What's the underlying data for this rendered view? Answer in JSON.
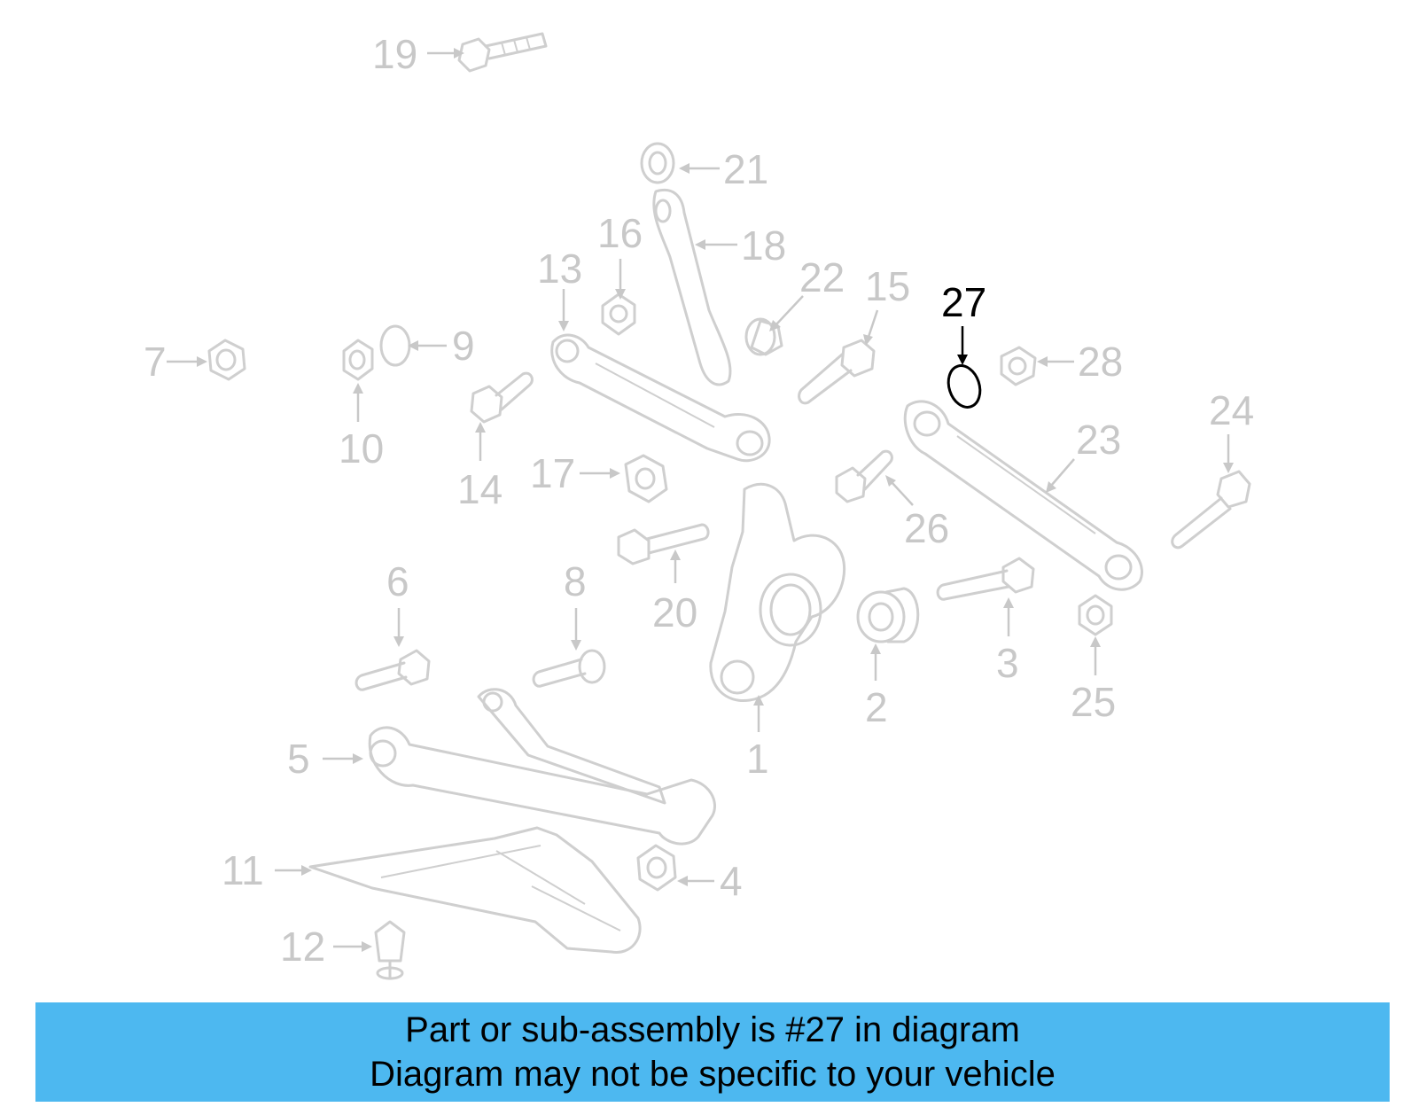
{
  "diagram": {
    "highlighted_callout": "27",
    "callouts": [
      "1",
      "2",
      "3",
      "4",
      "5",
      "6",
      "7",
      "8",
      "9",
      "10",
      "11",
      "12",
      "13",
      "14",
      "15",
      "16",
      "17",
      "18",
      "19",
      "20",
      "21",
      "22",
      "23",
      "24",
      "25",
      "26",
      "27",
      "28"
    ]
  },
  "banner": {
    "line1": "Part or sub-assembly is #27 in diagram",
    "line2": "Diagram may not be specific to your vehicle",
    "color": "#4db8f0"
  },
  "colors": {
    "part_lines": "#cfcfcf",
    "highlight": "#000000"
  }
}
